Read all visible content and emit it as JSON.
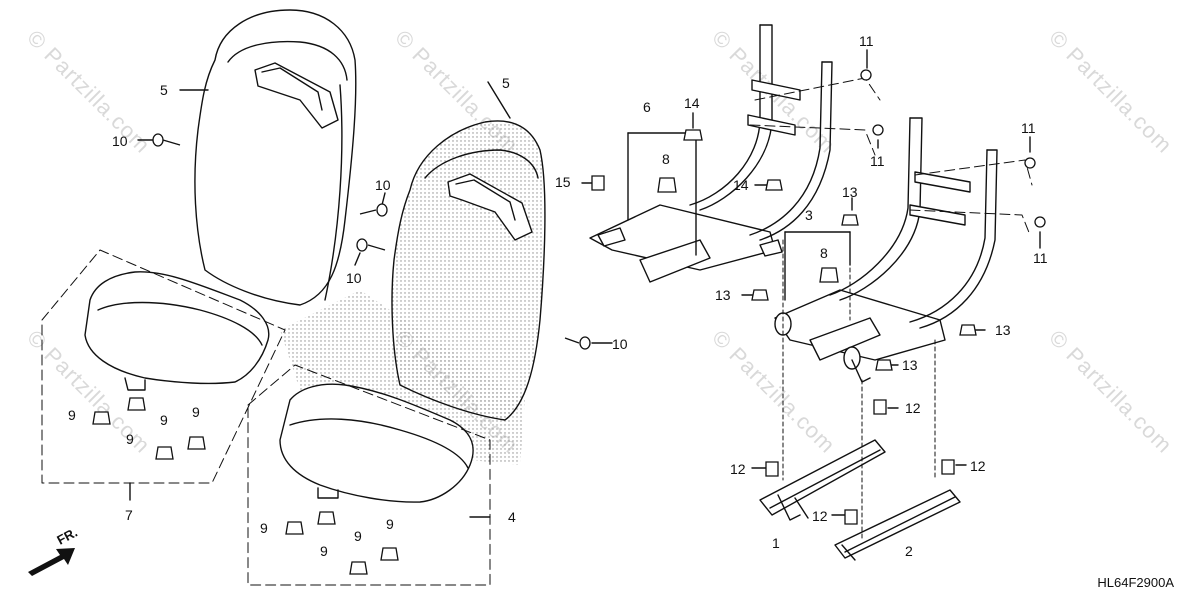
{
  "watermark": {
    "text": "© Partzilla.com",
    "color": "#d9d9d9"
  },
  "diagram_code": "HL64F2900A",
  "front_indicator": "FR.",
  "colors": {
    "line": "#111111",
    "stipple": "#9a9a9a"
  },
  "callouts": {
    "c1": "1",
    "c2": "2",
    "c3": "3",
    "c4": "4",
    "c5": "5",
    "c6": "6",
    "c7": "7",
    "c8": "8",
    "c9": "9",
    "c10": "10",
    "c11": "11",
    "c12": "12",
    "c13": "13",
    "c14": "14",
    "c15": "15"
  }
}
